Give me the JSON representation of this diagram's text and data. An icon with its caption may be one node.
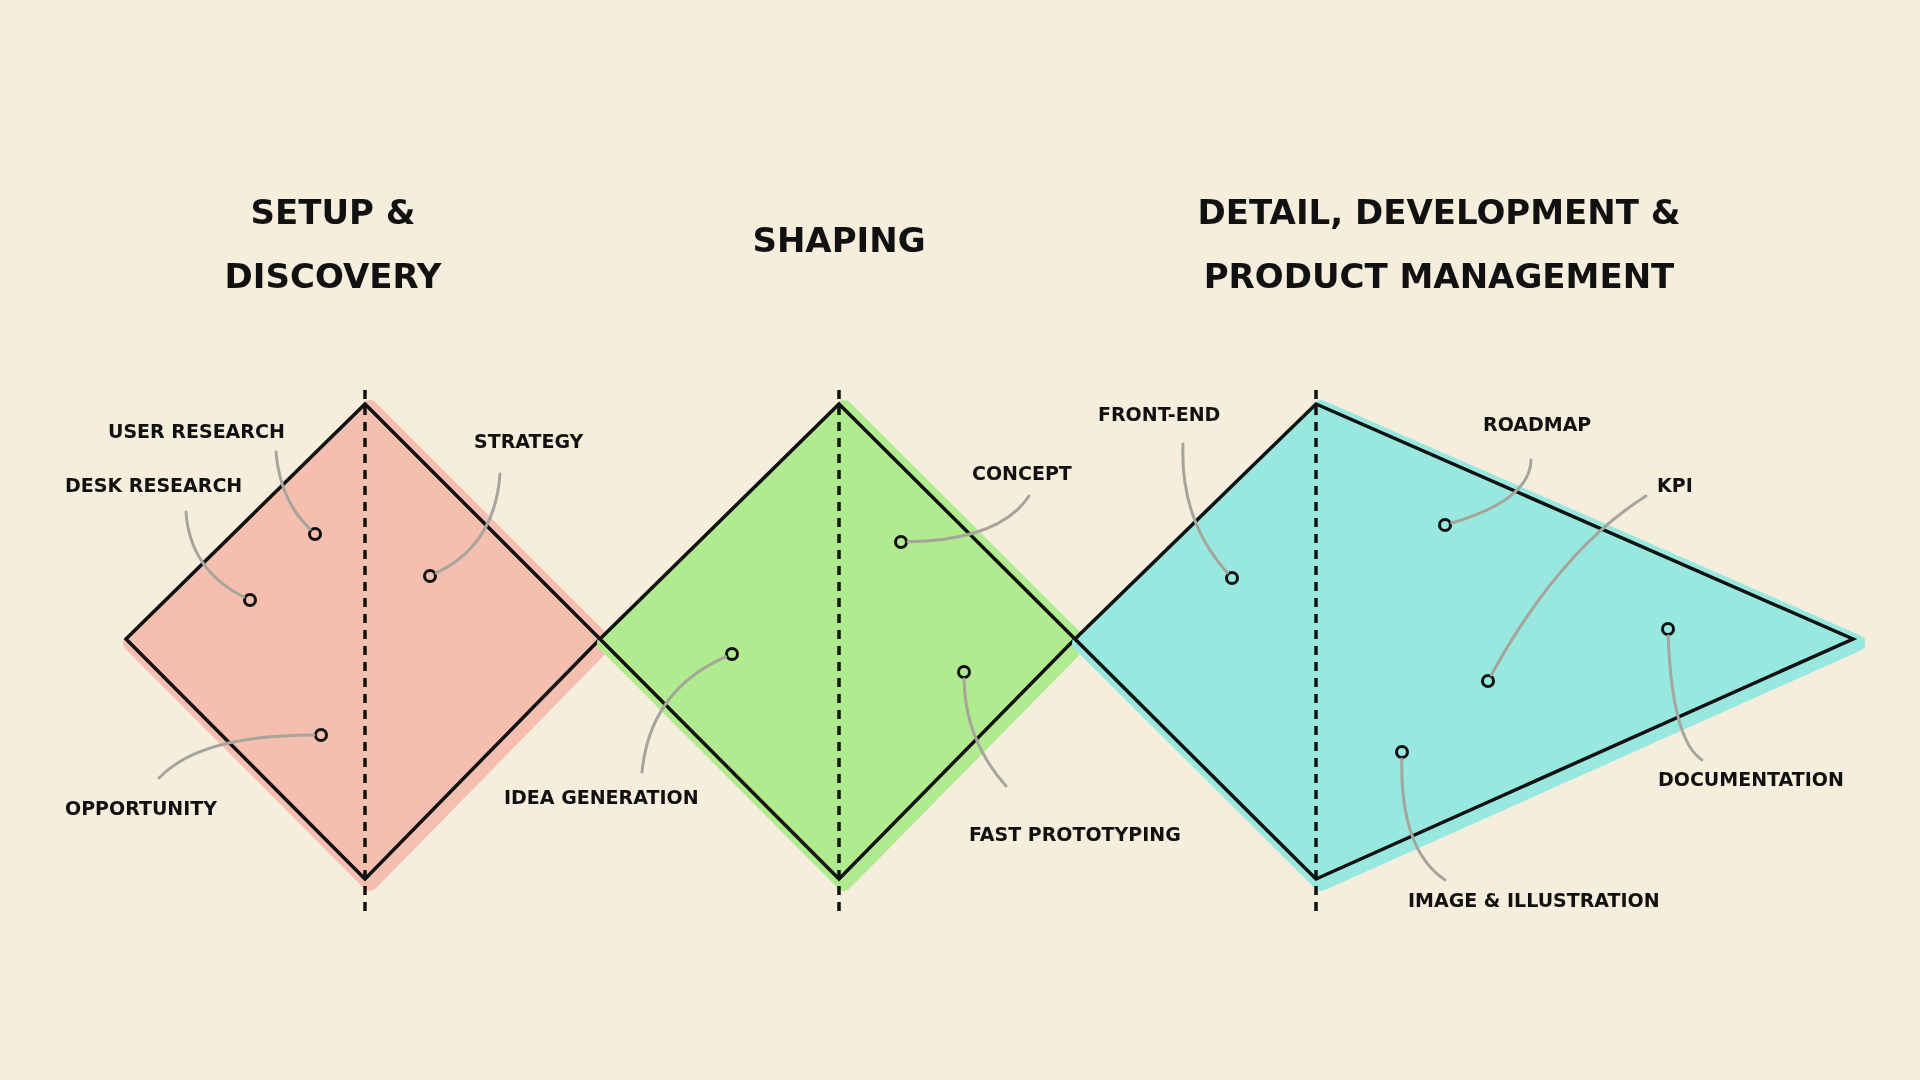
{
  "diagram": {
    "nodes": [
      {
        "text": [
          "SETUP & DISCOVERY"
        ]
      },
      {
        "text": [
          "SHAPING"
        ]
      },
      {
        "text": [
          "DETAIL, DEVELOPMENT & PRODUCT MANAGEMENT"
        ]
      },
      {
        "text": [
          "USER RESEARCH"
        ]
      },
      {
        "text": [],
        "shape": "circle",
        "in": 0
      },
      {
        "text": [
          "DESK RESEARCH"
        ]
      },
      {
        "text": [],
        "shape": "circle",
        "in": 0
      },
      {
        "text": [
          "STRATEGY"
        ]
      },
      {
        "text": [],
        "shape": "circle",
        "in": 0
      },
      {
        "text": [
          "OPPORTUNITY"
        ]
      },
      {
        "text": [],
        "shape": "circle",
        "in": 0
      },
      {
        "text": [
          "IDEA GENERATION"
        ]
      },
      {
        "text": [],
        "shape": "circle",
        "in": 1
      },
      {
        "text": [
          "CONCEPT"
        ]
      },
      {
        "text": [],
        "shape": "circle",
        "in": 1
      },
      {
        "text": [
          "FAST PROTOTYPING"
        ]
      },
      {
        "text": [],
        "shape": "circle",
        "in": 1
      },
      {
        "text": [
          "FRONT-END"
        ]
      },
      {
        "text": [],
        "shape": "circle",
        "in": 2
      },
      {
        "text": [
          "ROADMAP"
        ]
      },
      {
        "text": [],
        "shape": "circle",
        "in": 2
      },
      {
        "text": [
          "KPI"
        ]
      },
      {
        "text": [],
        "shape": "circle",
        "in": 2
      },
      {
        "text": [
          "DOCUMENTATION"
        ]
      },
      {
        "text": [],
        "shape": "circle",
        "in": 2
      },
      {
        "text": [
          "IMAGE & ILLUSTRATION"
        ]
      },
      {
        "text": [],
        "shape": "circle",
        "in": 2
      }
    ],
    "edges": [
      {
        "from": 3,
        "to": 4,
        "arrow": "none"
      },
      {
        "from": 5,
        "to": 6,
        "arrow": "none"
      },
      {
        "from": 7,
        "to": 8,
        "arrow": "none"
      },
      {
        "from": 9,
        "to": 10,
        "arrow": "none"
      },
      {
        "from": 11,
        "to": 12,
        "arrow": "none"
      },
      {
        "from": 13,
        "to": 14,
        "arrow": "none"
      },
      {
        "from": 15,
        "to": 16,
        "arrow": "none"
      },
      {
        "from": 17,
        "to": 18,
        "arrow": "none"
      },
      {
        "from": 19,
        "to": 20,
        "arrow": "none"
      },
      {
        "from": 21,
        "to": 22,
        "arrow": "none"
      },
      {
        "from": 23,
        "to": 24,
        "arrow": "none"
      },
      {
        "from": 25,
        "to": 26,
        "arrow": "none"
      }
    ]
  }
}
